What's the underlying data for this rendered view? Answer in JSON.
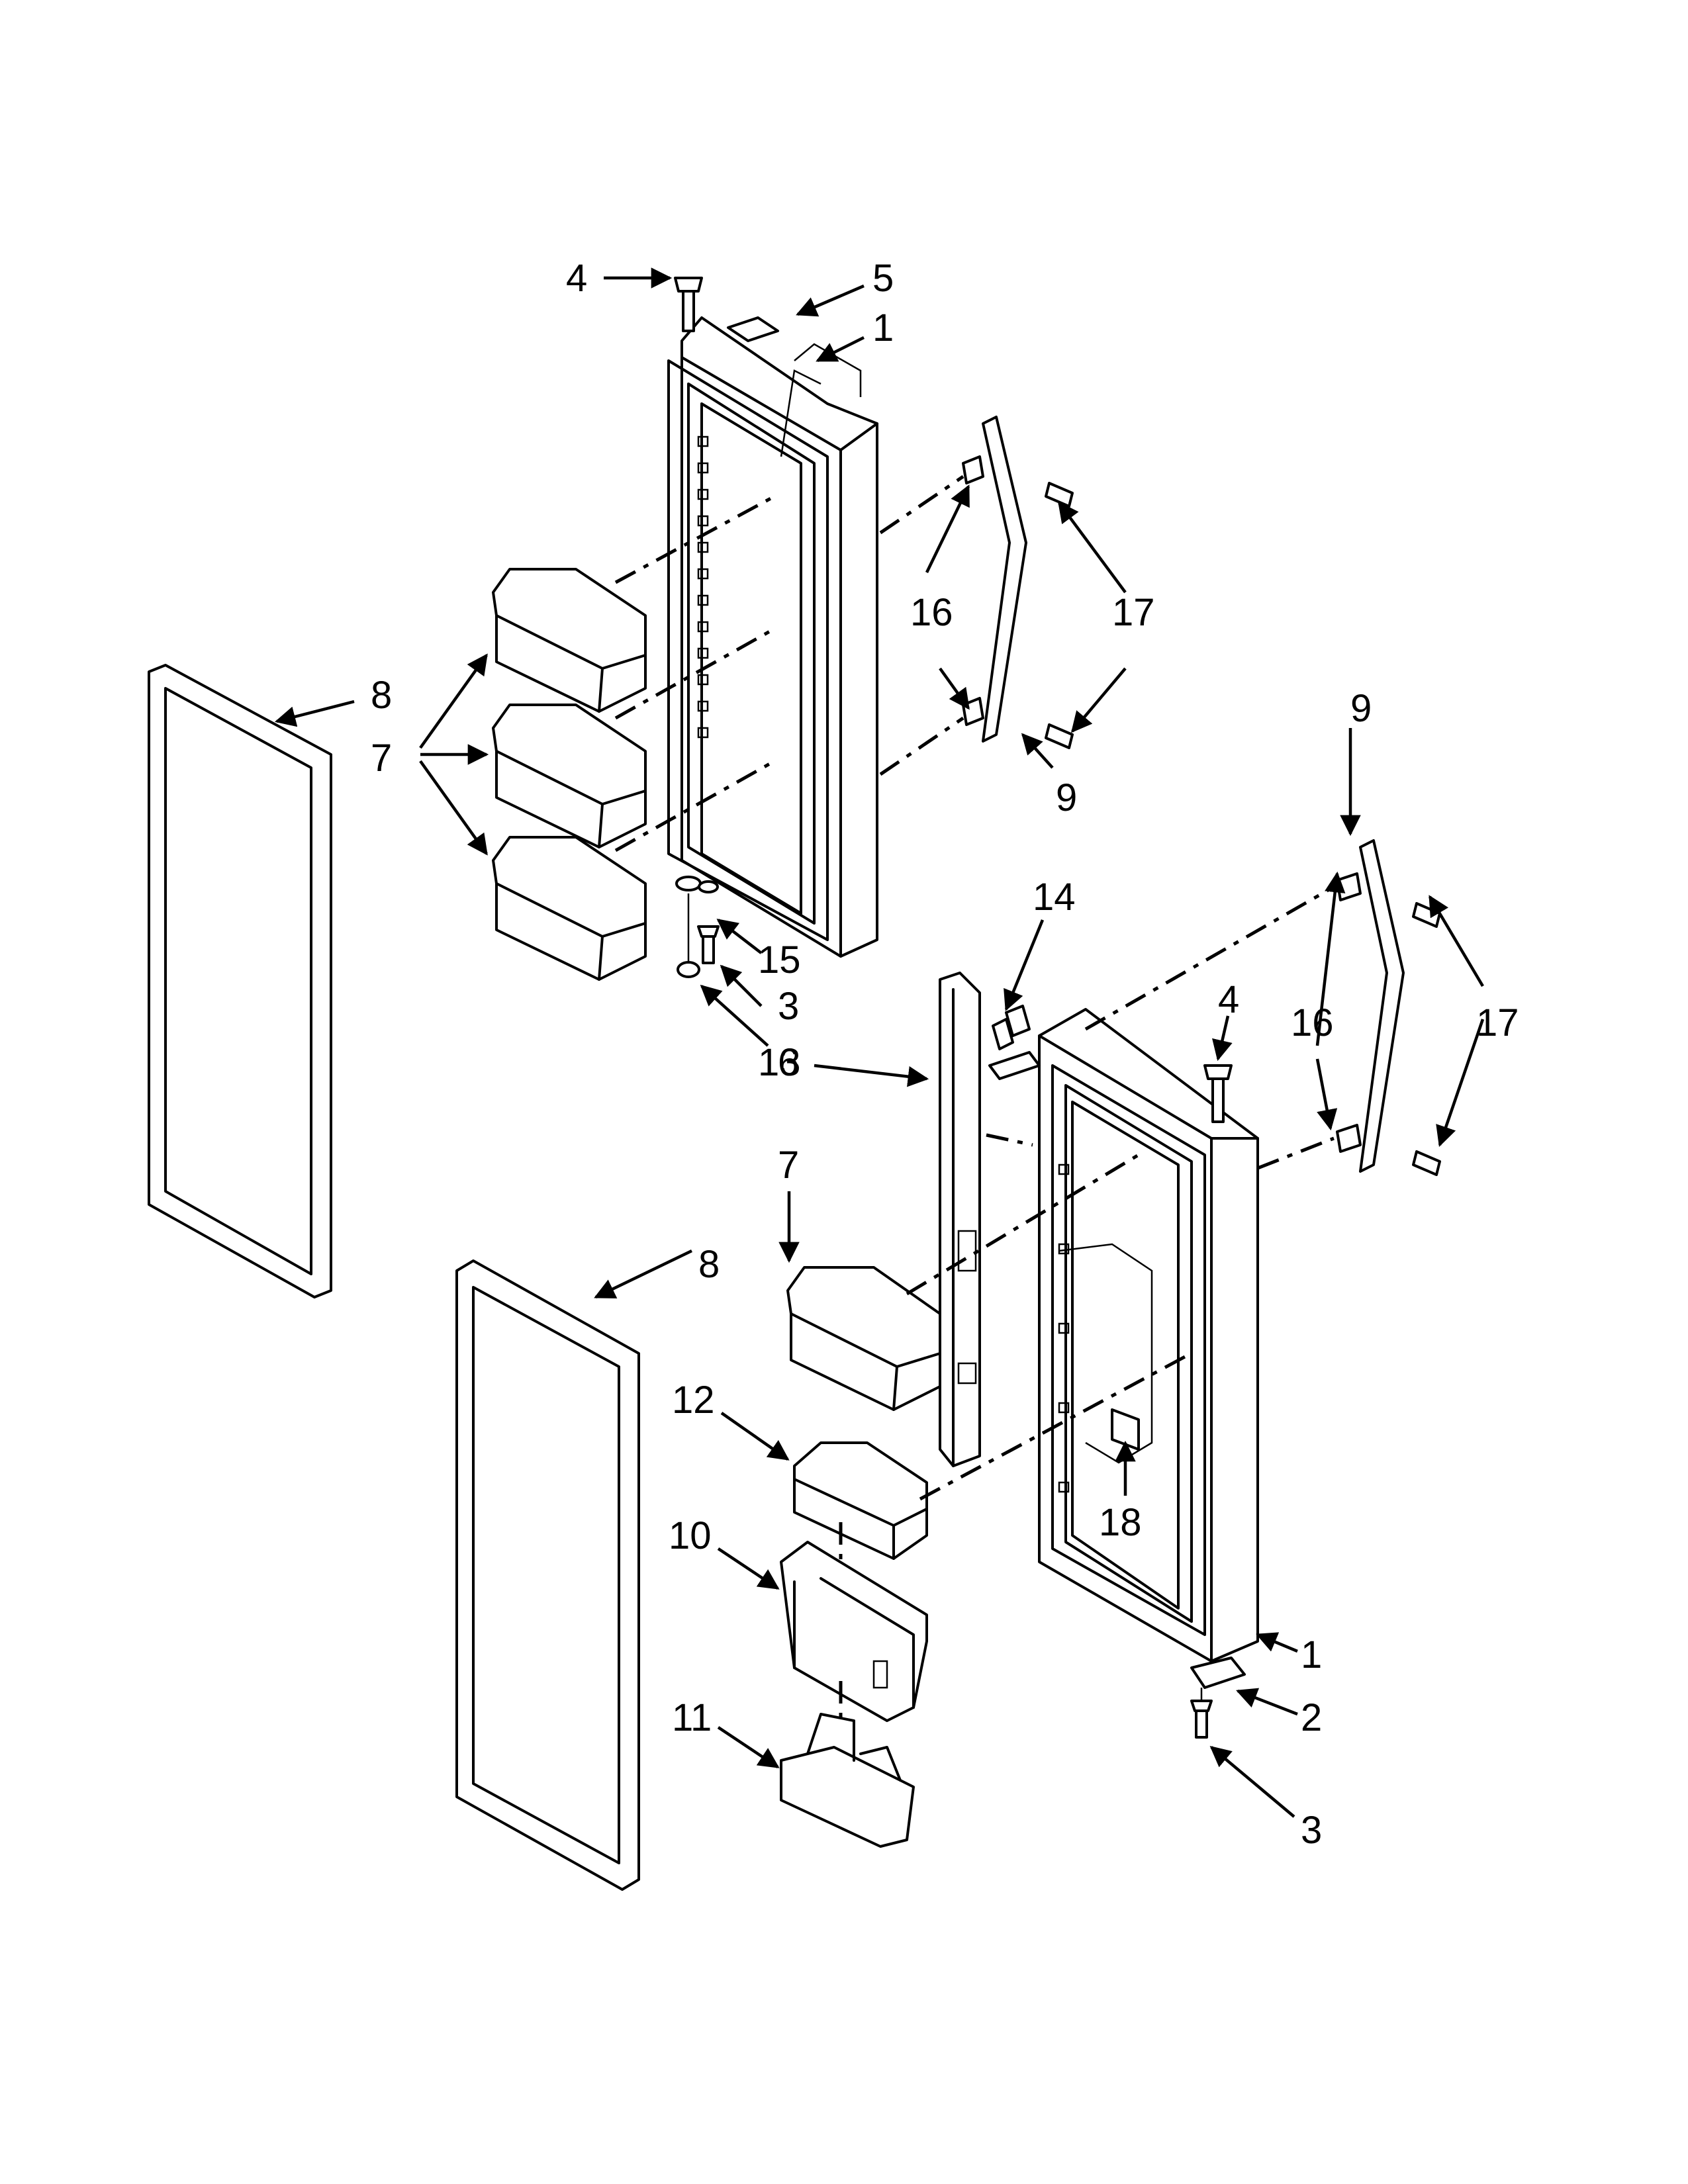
{
  "callouts": {
    "c1a": "1",
    "c1b": "1",
    "c2": "2",
    "c3a": "3",
    "c3b": "3",
    "c4a": "4",
    "c4b": "4",
    "c5": "5",
    "c6": "6",
    "c7a": "7",
    "c7b": "7",
    "c8a": "8",
    "c8b": "8",
    "c9a": "9",
    "c9b": "9",
    "c10": "10",
    "c11": "11",
    "c12": "12",
    "c13": "13",
    "c14": "14",
    "c15": "15",
    "c16a": "16",
    "c16b": "16",
    "c17a": "17",
    "c17b": "17",
    "c18": "18"
  }
}
